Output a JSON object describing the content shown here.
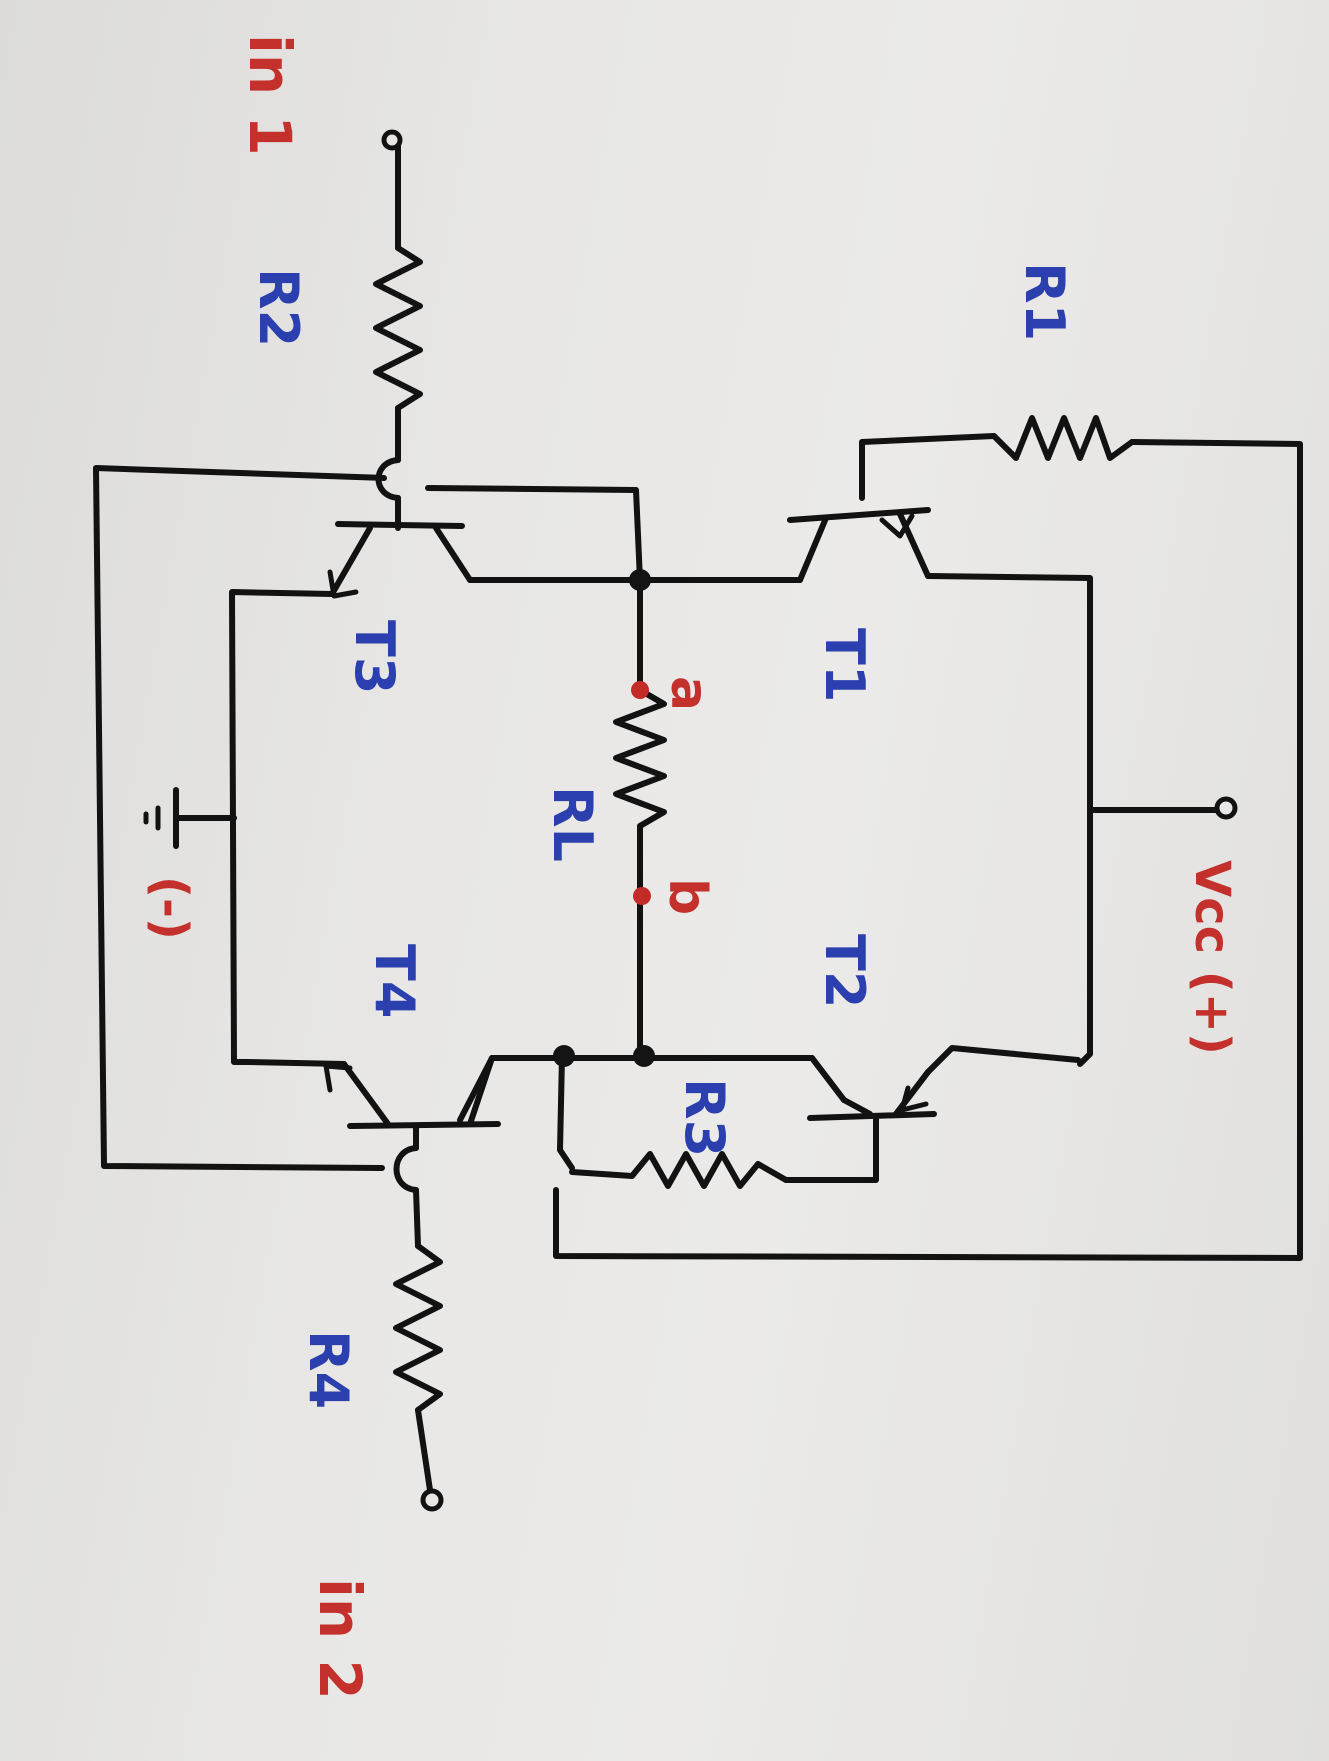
{
  "labels": {
    "in1": "in 1",
    "in2": "in 2",
    "r1": "R1",
    "r2": "R2",
    "r3": "R3",
    "r4": "R4",
    "rl": "RL",
    "t1": "T1",
    "t2": "T2",
    "t3": "T3",
    "t4": "T4",
    "node_a": "a",
    "node_b": "b",
    "vcc": "Vcc (+)",
    "ground": "(-)"
  },
  "colors": {
    "ink": "#121212",
    "label_blue": "#2b3fae",
    "label_red": "#c4302c",
    "paper": "#e8e7e5"
  }
}
